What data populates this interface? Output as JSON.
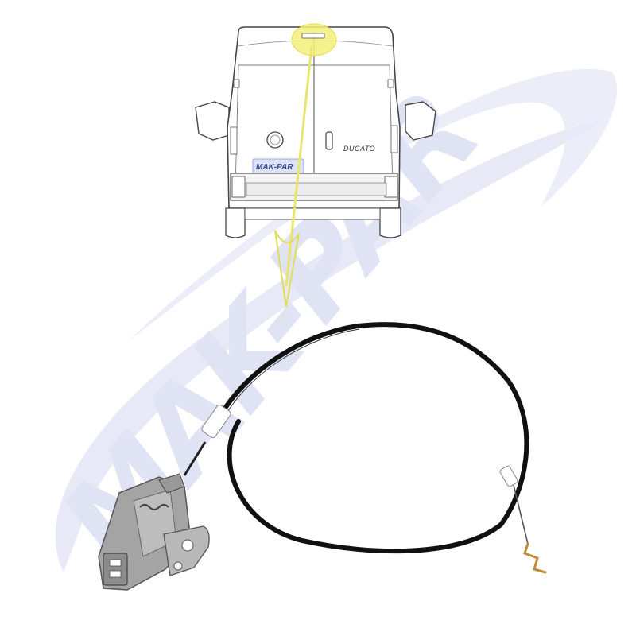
{
  "watermark": {
    "text": "MAK-PAR",
    "color": "#dfe3f4"
  },
  "van": {
    "brand_logo": "fiat-badge-icon",
    "model_label": "DUCATO",
    "plate_logo_text": "MAK-PAR"
  },
  "callout": {
    "highlight_color": "#f3f07a",
    "arrow_color": "#e9e46a"
  },
  "part": {
    "cable_color": "#111111",
    "latch_color": "#9a9a9a",
    "cable_end_color": "#c28a3a"
  }
}
